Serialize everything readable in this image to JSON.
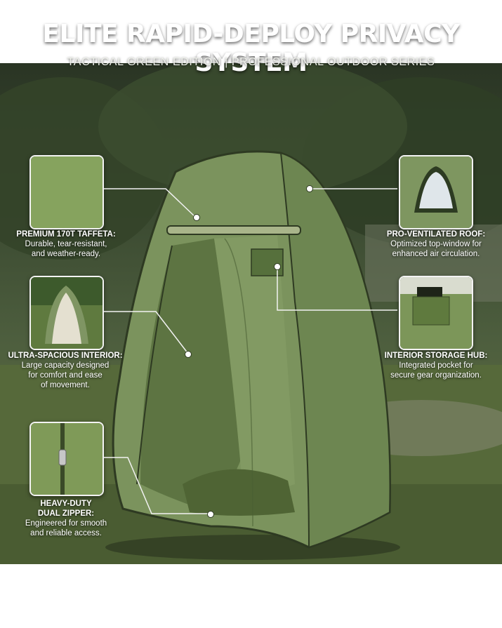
{
  "header": {
    "title": "ELITE RAPID-DEPLOY PRIVACY SYSTEM",
    "subtitle": "TACTICAL GREEN EDITION | PROFESSIONAL OUTDOOR SERIES"
  },
  "features": [
    {
      "title": "PREMIUM 170T TAFFETA:",
      "description_lines": [
        "Durable, tear-resistant,",
        "and weather-ready."
      ]
    },
    {
      "title": "ULTRA-SPACIOUS INTERIOR:",
      "description_lines": [
        "Large capacity designed",
        "for comfort and ease",
        "of movement."
      ]
    },
    {
      "title_lines": [
        "HEAVY-DUTY",
        "DUAL ZIPPER:"
      ],
      "description_lines": [
        "Engineered for smooth",
        "and reliable access."
      ]
    },
    {
      "title": "PRO-VENTILATED ROOF:",
      "description_lines": [
        "Optimized top-window for",
        "enhanced air circulation."
      ]
    },
    {
      "title": "INTERIOR STORAGE HUB:",
      "description_lines": [
        "Integrated pocket for",
        "secure gear organization."
      ]
    }
  ],
  "colors": {
    "tent_green": "#7e9660",
    "tent_dark": "#5b7140",
    "callout_text": "#ffffff",
    "leader_line": "#f2f2f2"
  }
}
